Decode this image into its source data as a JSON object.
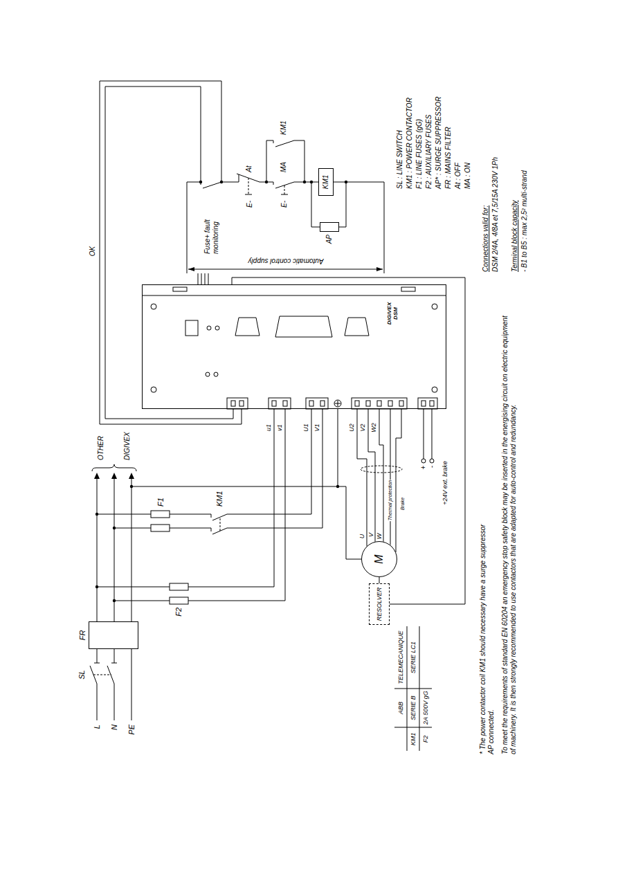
{
  "diagram": {
    "nodes": [
      {
        "text": [
          "FR"
        ]
      },
      {
        "text": [
          "RESOLVER"
        ]
      },
      {
        "text": [
          "M"
        ]
      },
      {
        "text": [
          "DIGIVEX DSM"
        ]
      },
      {
        "text": [
          "KM1"
        ]
      },
      {
        "text": [
          "AP"
        ]
      }
    ],
    "edges": [
      {
        "from": 1,
        "to": 2,
        "arrow": "none"
      },
      {
        "from": 1,
        "to": 3,
        "arrow": "none"
      },
      {
        "from": 2,
        "to": 3,
        "arrow": "none"
      },
      {
        "from": 2,
        "to": 3,
        "arrow": "none"
      },
      {
        "from": 2,
        "to": 3,
        "arrow": "none"
      },
      {
        "from": 2,
        "to": 3,
        "arrow": "none",
        "label": "Thermal protection"
      },
      {
        "from": 2,
        "to": 3,
        "arrow": "none",
        "label": "Brake"
      }
    ],
    "labels": [
      "L",
      "N",
      "PE",
      "SL",
      "OTHER",
      "DIGIVEX",
      "F2",
      "F1",
      "KM1",
      "u1",
      "v1",
      "U1",
      "V1",
      "U2",
      "V2",
      "W2",
      "U",
      "V",
      "W",
      "+",
      "-",
      "+24V ext. brake",
      "OK",
      "Automatic control supply",
      "Fuse+ fault monitoring",
      "E-",
      "At",
      "E-",
      "MA",
      "KM1",
      "SL : LINE SWITCH",
      "KM1 : POWER CONTACTOR",
      "F1 : LINE FUSES (gG)",
      "F2 : AUXILIARY FUSES",
      "AP* : SURGE SUPPRESSOR",
      "FR : MAINS FILTER",
      "At : OFF",
      "MA : ON",
      "Connections valid for:",
      "DSM 2/4A, 4/8A et 7,5/15A 230V 1Ph",
      "Terminal block capacity",
      "- B1 to B5 : max 2,5² multi-strand",
      "ABB",
      "TELEMECANIQUE",
      "KM1",
      "SERIE B",
      "SERIE LC1",
      "F2",
      "2A 500V gG",
      "* The power contactor coil KM1 should necessary have a surge suppressor AP connected.",
      "To meet the requirements of standard EN 60204 an emergency stop safety block may be inserted in the energising circuit on electric equipment of machinery. It is then strongly recommended to use contactors that are adapted for auto-control and redundancy."
    ]
  }
}
